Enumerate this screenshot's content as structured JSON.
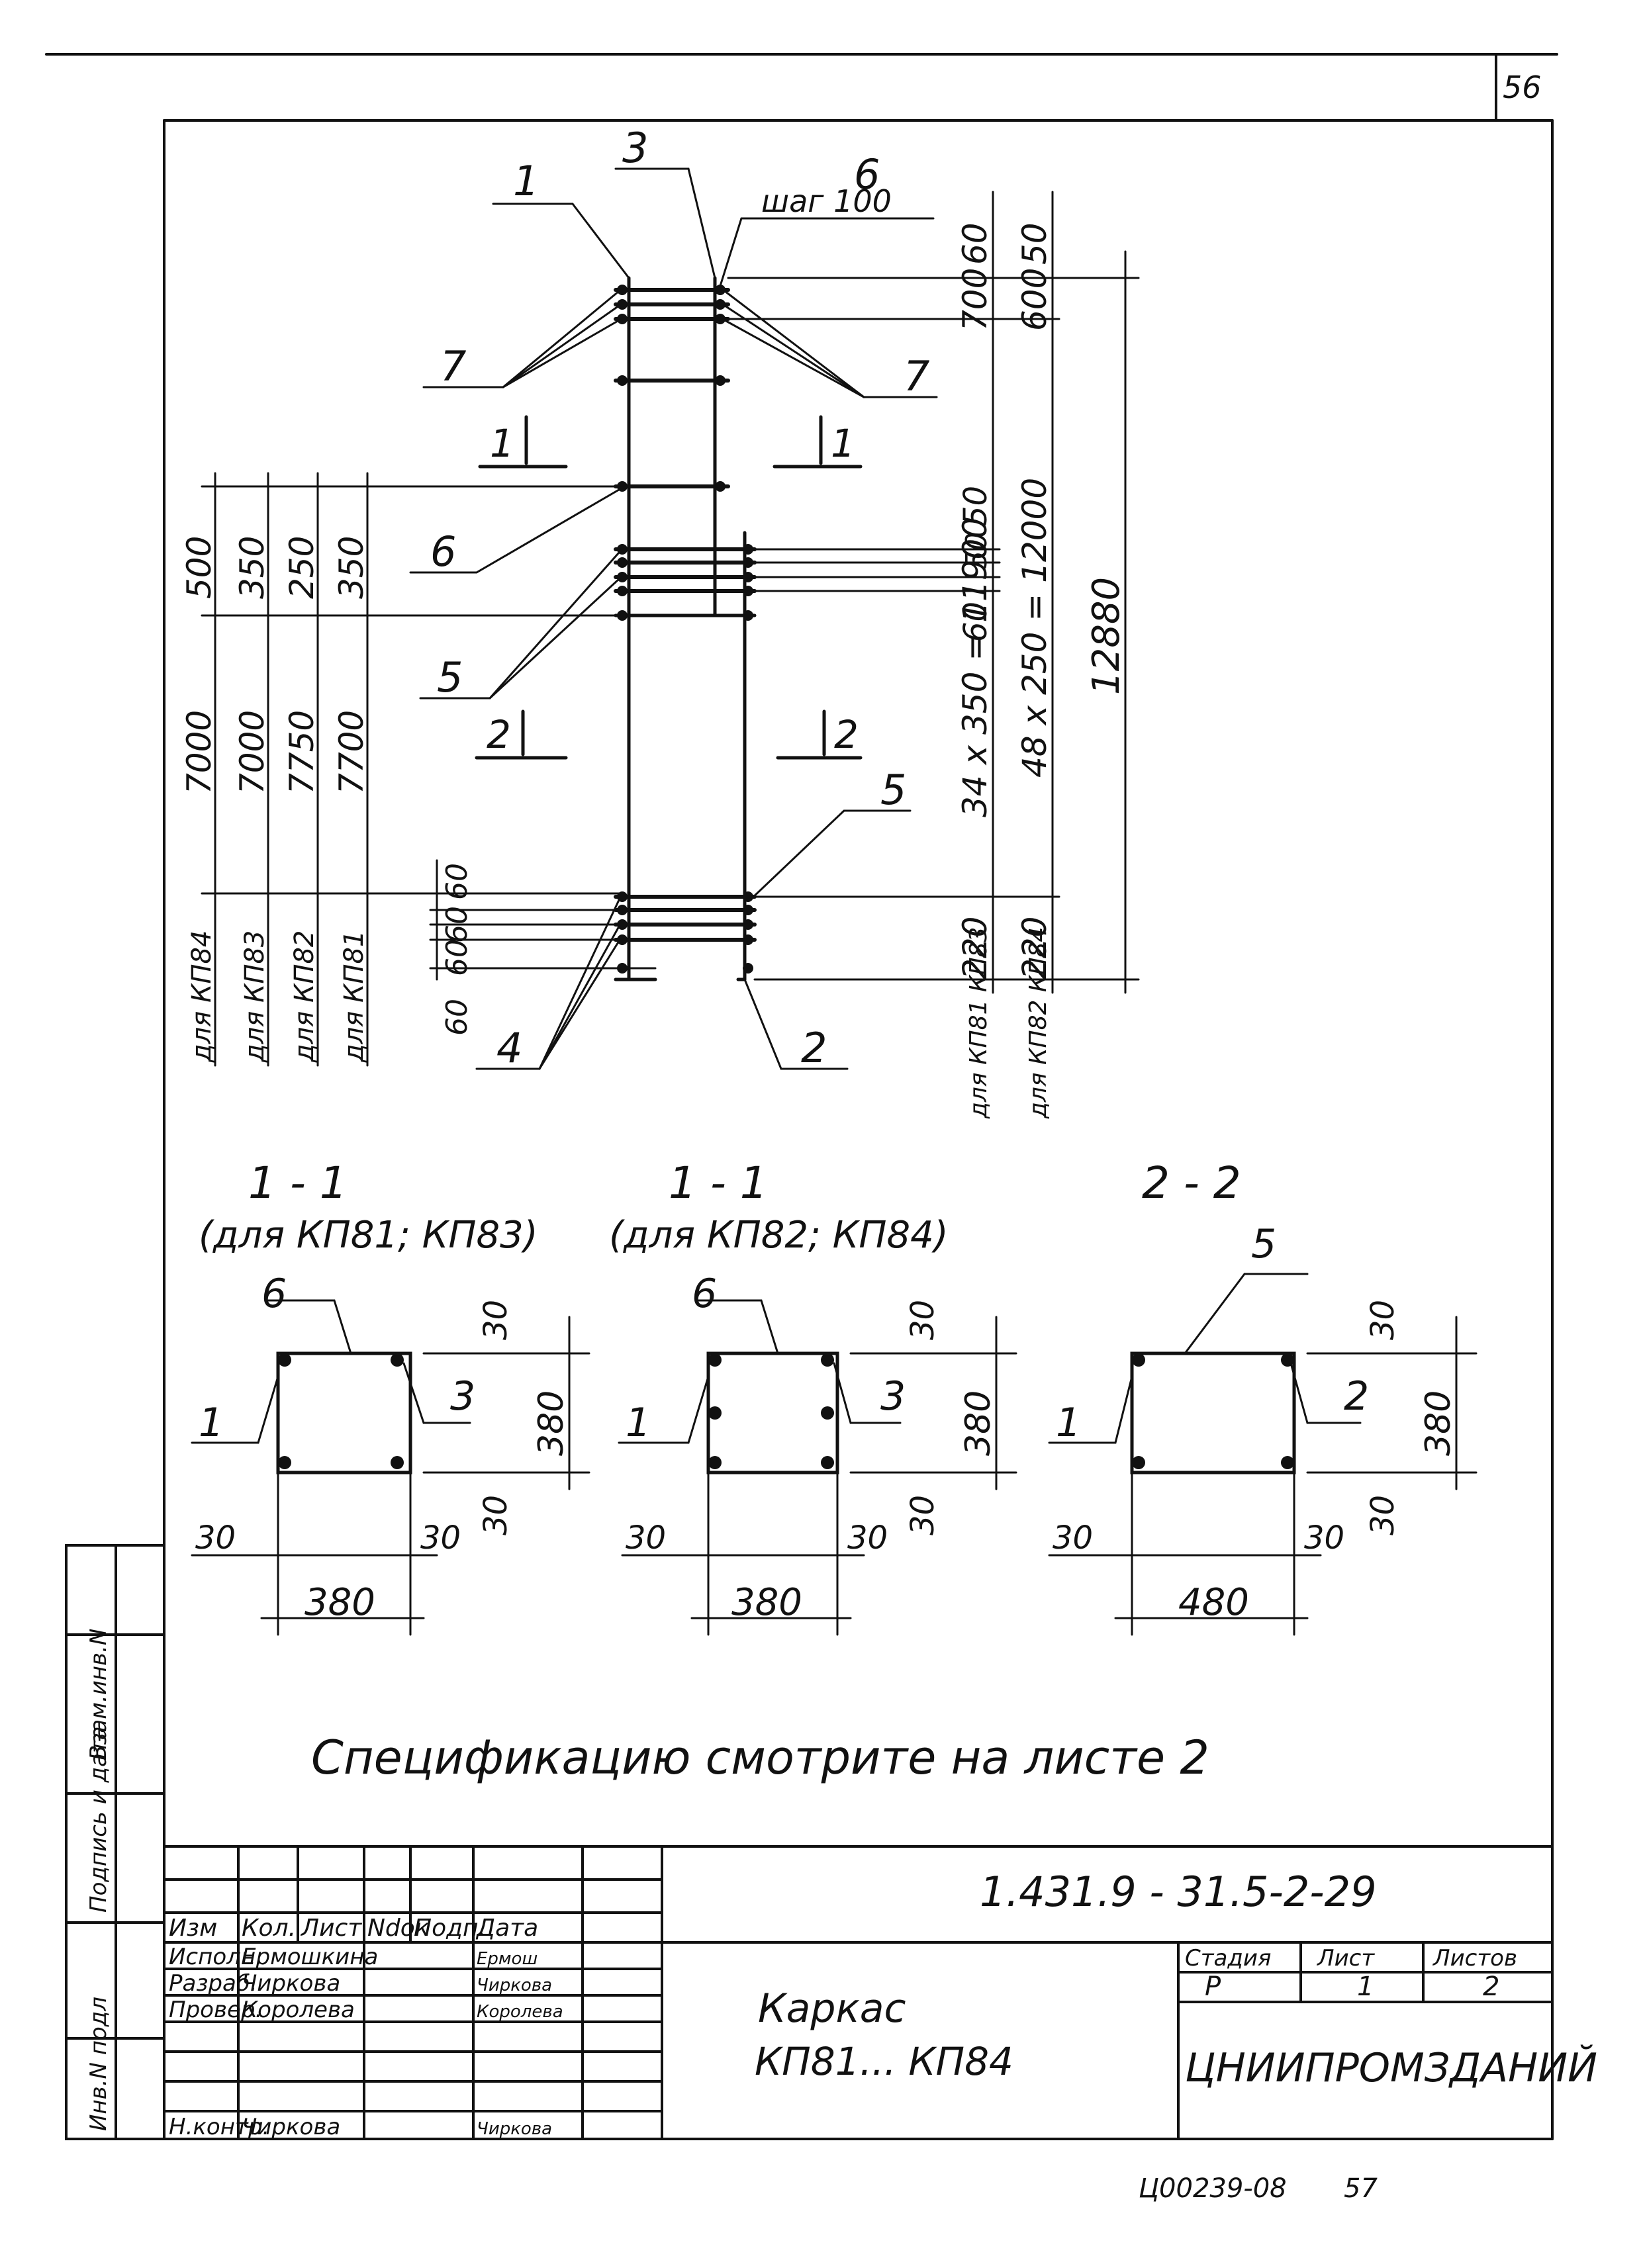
{
  "sheet_number": "56",
  "elevation": {
    "callouts": {
      "c1": "1",
      "c2": "2",
      "c3": "3",
      "c4": "4",
      "c5a": "5",
      "c5b": "5",
      "c6a": "6",
      "c6b": "6",
      "c7a": "7",
      "c7b": "7"
    },
    "pitch_note": "шаг 100",
    "section_marks": {
      "s1_left": "1",
      "s1_right": "1",
      "s2_left": "2",
      "s2_right": "2"
    },
    "left_dims": {
      "col_kp84": [
        "500",
        "7000",
        "для КП84"
      ],
      "col_kp83": [
        "350",
        "7000",
        "для КП83"
      ],
      "col_kp82": [
        "250",
        "7750",
        "для КП82"
      ],
      "col_kp81": [
        "350",
        "7700",
        "для КП81"
      ],
      "bottom_spacing": [
        "60",
        "60",
        "60",
        "60"
      ]
    },
    "right_dims": {
      "col_a": [
        "60",
        "700",
        "50",
        "50",
        "60",
        "34 x 350 = 11900",
        "220",
        "для КП81 КП83"
      ],
      "col_b": [
        "50",
        "600",
        "48 x 250 = 12000",
        "220",
        "для КП82 КП84"
      ],
      "total": "12880"
    }
  },
  "sections": [
    {
      "title": "1 - 1",
      "subtitle": "(для КП81; КП83)",
      "callouts": [
        "6",
        "1",
        "3"
      ],
      "dims": {
        "top": "30",
        "height": "380",
        "bottom": "30",
        "left_cover": "30",
        "right_cover": "30",
        "width": "380"
      }
    },
    {
      "title": "1 - 1",
      "subtitle": "(для КП82; КП84)",
      "callouts": [
        "6",
        "1",
        "3"
      ],
      "dims": {
        "top": "30",
        "height": "380",
        "bottom": "30",
        "left_cover": "30",
        "right_cover": "30",
        "width": "380"
      }
    },
    {
      "title": "2 - 2",
      "subtitle": "",
      "callouts": [
        "5",
        "1",
        "2"
      ],
      "dims": {
        "top": "30",
        "height": "380",
        "bottom": "30",
        "left_cover": "30",
        "right_cover": "30",
        "width": "480"
      }
    }
  ],
  "note": "Спецификацию смотрите на листе 2",
  "side_stamp": [
    "Взам.инв.N",
    "Подпись и дата",
    "Инв.N подл"
  ],
  "title_block": {
    "designation": "1.431.9 - 31.5-2-29",
    "headers": [
      "Изм",
      "Кол.",
      "Лист",
      "Ndoк",
      "Подп.",
      "Дата"
    ],
    "people": [
      {
        "role": "Исполн.",
        "name": "Ермошкина",
        "sign": "Ермош"
      },
      {
        "role": "Разраб.",
        "name": "Чиркова",
        "sign": "Чиркова"
      },
      {
        "role": "Провер.",
        "name": "Королева",
        "sign": "Королева"
      },
      {
        "role": "",
        "name": "",
        "sign": ""
      },
      {
        "role": "Н.контр.",
        "name": "Чиркова",
        "sign": "Чиркова"
      }
    ],
    "object_line1": "Каркас",
    "object_line2": "КП81... КП84",
    "stage_label": "Стадия",
    "sheet_label": "Лист",
    "sheets_label": "Листов",
    "stage": "Р",
    "sheet": "1",
    "sheets": "2",
    "organization": "ЦНИИПРОМЗДАНИЙ"
  },
  "footer_code": "Ц00239-08",
  "footer_page": "57"
}
